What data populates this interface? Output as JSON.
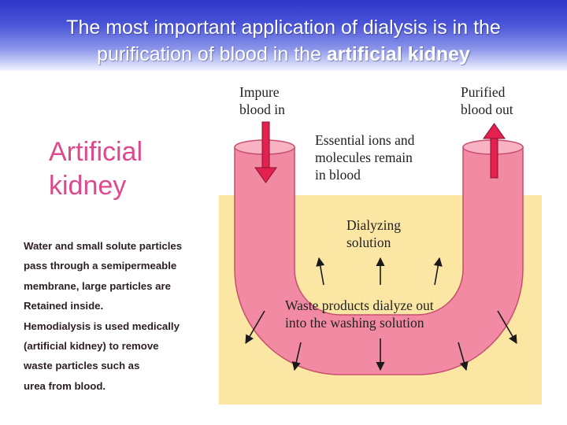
{
  "slide": {
    "title_line1": "The most important application of dialysis is in the",
    "title_line2_prefix": "purification of blood in the ",
    "title_line2_bold": "artificial kidney"
  },
  "sidebar": {
    "heading_line1": "Artificial",
    "heading_line2": "kidney",
    "text_lines": [
      "Water and small solute particles",
      "pass through a semipermeable",
      "membrane, large particles are",
      "Retained inside.",
      "Hemodialysis is used medically",
      "(artificial kidney) to remove",
      "waste particles such as",
      "urea from blood."
    ]
  },
  "diagram": {
    "impure_line1": "Impure",
    "impure_line2": "blood in",
    "purified_line1": "Purified",
    "purified_line2": "blood out",
    "essential_line1": "Essential ions and",
    "essential_line2": "molecules remain",
    "essential_line3": "in blood",
    "dialyzing_line1": "Dialyzing",
    "dialyzing_line2": "solution",
    "waste_line1": "Waste products dialyze out",
    "waste_line2": "into the washing solution"
  },
  "colors": {
    "header_blue": "#2f35c8",
    "heading_pink": "#e0488e",
    "tube_pink": "#f28aa3",
    "arrow_crimson": "#e2214e",
    "solution_yellow": "#fbe6a4"
  }
}
